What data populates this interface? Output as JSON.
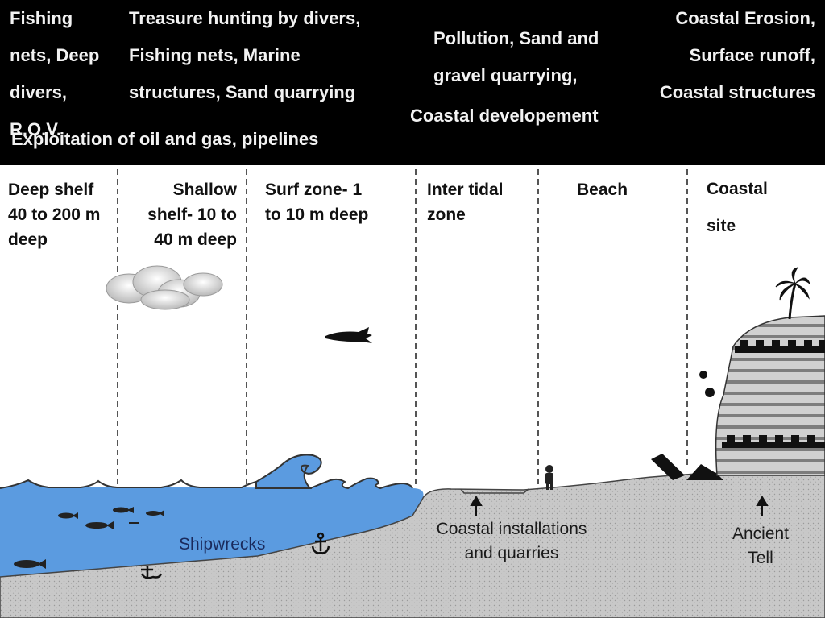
{
  "threats": {
    "deep_shelf": "Fishing\nnets, Deep\ndivers,\nR.O.V.",
    "shallow_shelf": "Treasure hunting by divers,\nFishing nets, Marine\nstructures, Sand quarrying",
    "shelf_wide": "Exploitation of oil and gas, pipelines",
    "intertidal": "Pollution, Sand  and\ngravel quarrying,",
    "intertidal_2": "Coastal developement",
    "coastal": "Coastal Erosion,\nSurface runoff,\nCoastal structures"
  },
  "zones": [
    {
      "label": "Deep shelf\n40 to 200 m\ndeep"
    },
    {
      "label": "Shallow\nshelf- 10 to\n40 m deep"
    },
    {
      "label": "Surf zone- 1\nto 10 m deep"
    },
    {
      "label": "Inter tidal\nzone"
    },
    {
      "label": "Beach"
    },
    {
      "label": "Coastal\nsite"
    }
  ],
  "sites": {
    "shipwrecks": "Shipwrecks",
    "coastal_installations": "Coastal installations\nand quarries",
    "ancient_tell": "Ancient\nTell"
  },
  "colors": {
    "sea": "#5b9be0",
    "seabed": "#c8c8c8",
    "header_bg": "#000000",
    "label_blue": "#1a2a5c"
  }
}
